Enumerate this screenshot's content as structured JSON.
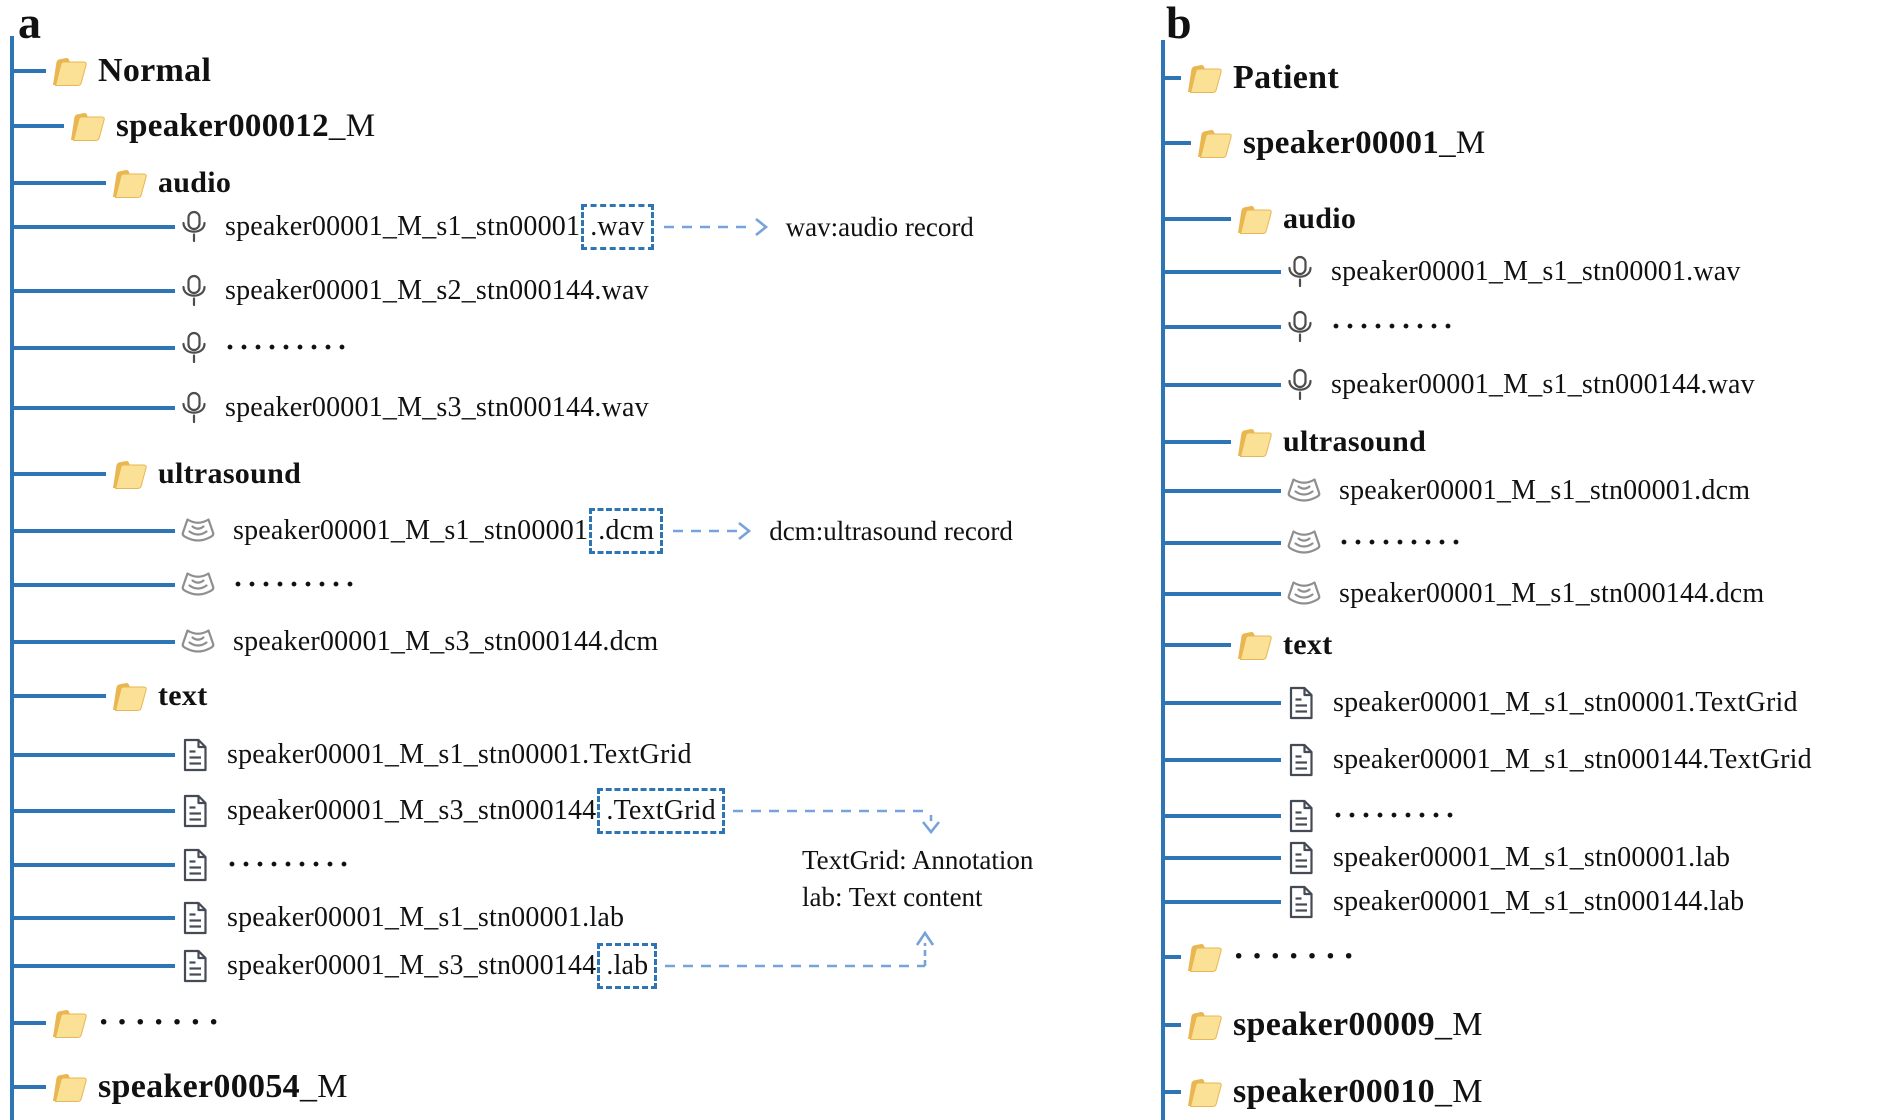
{
  "figure": {
    "panels": {
      "a": "a",
      "b": "b"
    },
    "note": {
      "line1": "TextGrid: Annotation",
      "line2": "lab: Text content"
    },
    "colors": {
      "tree_line": "#2E75B6",
      "callout_box": "#2E75B6",
      "callout_arrow": "#76A3DA",
      "folder_front": "#FBE195",
      "folder_back": "#E9B651",
      "mic_icon": "#4D4D4D",
      "ultrasound_icon": "#8F8F8F",
      "document_icon": "#454B54",
      "text": "#111111"
    },
    "trees": {
      "a": {
        "rows": [
          {
            "id": "folder-normal",
            "type": "folder",
            "depth": 0,
            "label": {
              "bold": "Normal"
            }
          },
          {
            "id": "folder-speaker000012",
            "type": "folder",
            "depth": 1,
            "label": {
              "bold": "speaker000012",
              "suffix": "_M"
            }
          },
          {
            "id": "folder-audio",
            "type": "folder",
            "depth": 2,
            "label": {
              "bold": "audio"
            }
          },
          {
            "id": "file-wav-1",
            "type": "file",
            "icon": "mic",
            "depth": 3,
            "name_pre": "speaker00001_M_s1_stn00001",
            "ext": ".wav",
            "callout": "right",
            "callout_text": "wav:audio record"
          },
          {
            "id": "file-wav-2",
            "type": "file",
            "icon": "mic",
            "depth": 3,
            "name": "speaker00001_M_s2_stn000144.wav"
          },
          {
            "id": "file-wav-ellipsis",
            "type": "file-dots",
            "icon": "mic",
            "depth": 3,
            "dots": "·········"
          },
          {
            "id": "file-wav-3",
            "type": "file",
            "icon": "mic",
            "depth": 3,
            "name": "speaker00001_M_s3_stn000144.wav"
          },
          {
            "id": "folder-ultrasound",
            "type": "folder",
            "depth": 2,
            "label": {
              "bold": "ultrasound"
            }
          },
          {
            "id": "file-dcm-1",
            "type": "file",
            "icon": "probe",
            "depth": 3,
            "name_pre": "speaker00001_M_s1_stn00001",
            "ext": ".dcm",
            "callout": "right",
            "callout_text": "dcm:ultrasound record"
          },
          {
            "id": "file-dcm-ellipsis",
            "type": "file-dots",
            "icon": "probe",
            "depth": 3,
            "dots": "·········"
          },
          {
            "id": "file-dcm-2",
            "type": "file",
            "icon": "probe",
            "depth": 3,
            "name": "speaker00001_M_s3_stn000144.dcm"
          },
          {
            "id": "folder-text",
            "type": "folder",
            "depth": 2,
            "label": {
              "bold": "text"
            }
          },
          {
            "id": "file-textgrid-1",
            "type": "file",
            "icon": "doc",
            "depth": 3,
            "name": "speaker00001_M_s1_stn00001.TextGrid"
          },
          {
            "id": "file-textgrid-2",
            "type": "file",
            "icon": "doc",
            "depth": 3,
            "name_pre": "speaker00001_M_s3_stn000144",
            "ext": ".TextGrid",
            "callout": "down"
          },
          {
            "id": "file-text-ellipsis",
            "type": "file-dots",
            "icon": "doc",
            "depth": 3,
            "dots": "·········"
          },
          {
            "id": "file-lab-1",
            "type": "file",
            "icon": "doc",
            "depth": 3,
            "name": "speaker00001_M_s1_stn00001.lab"
          },
          {
            "id": "file-lab-2",
            "type": "file",
            "icon": "doc",
            "depth": 3,
            "name_pre": "speaker00001_M_s3_stn000144",
            "ext": ".lab",
            "callout": "up"
          },
          {
            "id": "folder-ellipsis",
            "type": "folder-dots",
            "depth": 0,
            "dots": "·······"
          },
          {
            "id": "folder-speaker00054",
            "type": "folder",
            "depth": 0,
            "label": {
              "bold": "speaker00054",
              "suffix": "_M"
            }
          }
        ]
      },
      "b": {
        "rows": [
          {
            "id": "folder-patient",
            "type": "folder",
            "depth": 0,
            "label": {
              "bold": "Patient"
            }
          },
          {
            "id": "folder-speaker00001",
            "type": "folder",
            "depth": 1,
            "label": {
              "bold": "speaker00001",
              "suffix": "_M"
            }
          },
          {
            "id": "folder-audio",
            "type": "folder",
            "depth": 2,
            "label": {
              "bold": "audio"
            }
          },
          {
            "id": "file-wav-1",
            "type": "file",
            "icon": "mic",
            "depth": 3,
            "name": "speaker00001_M_s1_stn00001.wav"
          },
          {
            "id": "file-wav-ellipsis",
            "type": "file-dots",
            "icon": "mic",
            "depth": 3,
            "dots": "·········"
          },
          {
            "id": "file-wav-2",
            "type": "file",
            "icon": "mic",
            "depth": 3,
            "name": "speaker00001_M_s1_stn000144.wav"
          },
          {
            "id": "folder-ultrasound",
            "type": "folder",
            "depth": 2,
            "label": {
              "bold": "ultrasound"
            }
          },
          {
            "id": "file-dcm-1",
            "type": "file",
            "icon": "probe",
            "depth": 3,
            "name": "speaker00001_M_s1_stn00001.dcm"
          },
          {
            "id": "file-dcm-ellipsis",
            "type": "file-dots",
            "icon": "probe",
            "depth": 3,
            "dots": "·········"
          },
          {
            "id": "file-dcm-2",
            "type": "file",
            "icon": "probe",
            "depth": 3,
            "name": "speaker00001_M_s1_stn000144.dcm"
          },
          {
            "id": "folder-text",
            "type": "folder",
            "depth": 2,
            "label": {
              "bold": "text"
            }
          },
          {
            "id": "file-textgrid-1",
            "type": "file",
            "icon": "doc",
            "depth": 3,
            "name": "speaker00001_M_s1_stn00001.TextGrid"
          },
          {
            "id": "file-textgrid-2",
            "type": "file",
            "icon": "doc",
            "depth": 3,
            "name": "speaker00001_M_s1_stn000144.TextGrid"
          },
          {
            "id": "file-text-ellipsis",
            "type": "file-dots",
            "icon": "doc",
            "depth": 3,
            "dots": "·········"
          },
          {
            "id": "file-lab-1",
            "type": "file",
            "icon": "doc",
            "depth": 3,
            "name": "speaker00001_M_s1_stn00001.lab"
          },
          {
            "id": "file-lab-2",
            "type": "file",
            "icon": "doc",
            "depth": 3,
            "name": "speaker00001_M_s1_stn000144.lab"
          },
          {
            "id": "folder-ellipsis",
            "type": "folder-dots",
            "depth": 0,
            "dots": "·······"
          },
          {
            "id": "folder-speaker00009",
            "type": "folder",
            "depth": 0,
            "label": {
              "bold": "speaker00009",
              "suffix": "_M"
            }
          },
          {
            "id": "folder-speaker00010",
            "type": "folder",
            "depth": 0,
            "label": {
              "bold": "speaker00010",
              "suffix": "_M"
            }
          }
        ]
      }
    }
  }
}
